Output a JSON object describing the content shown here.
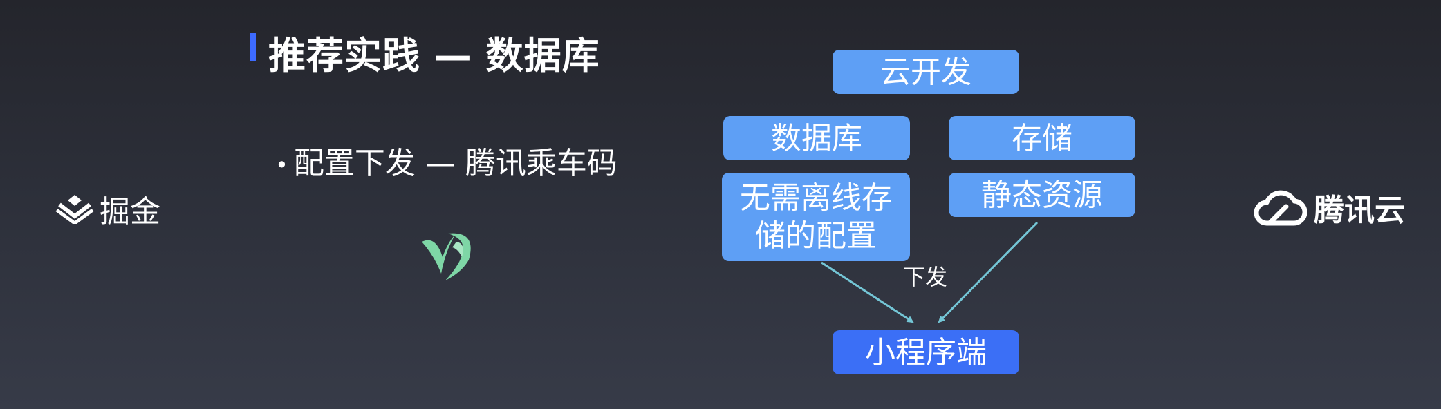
{
  "title": "推荐实践 — 数据库",
  "bullet": "配置下发 — 腾讯乘车码",
  "logos": {
    "juejin": {
      "icon": "juejin-logo-icon",
      "label": "掘金"
    },
    "tencent_cloud": {
      "icon": "cloud-icon",
      "label": "腾讯云"
    },
    "app": {
      "icon": "ride-code-logo-icon"
    }
  },
  "diagram": {
    "cloud": "云开发",
    "database": "数据库",
    "storage": "存储",
    "config_lines": [
      "无需离线存",
      "储的配置"
    ],
    "static_resources": "静态资源",
    "arrow_label": "下发",
    "client": "小程序端"
  },
  "colors": {
    "accent": "#3d6bff",
    "box": "#5e9ff5",
    "client_box": "#3b6ff6",
    "arrow": "#74c6d6",
    "logo_green": "#7ed6a6"
  }
}
